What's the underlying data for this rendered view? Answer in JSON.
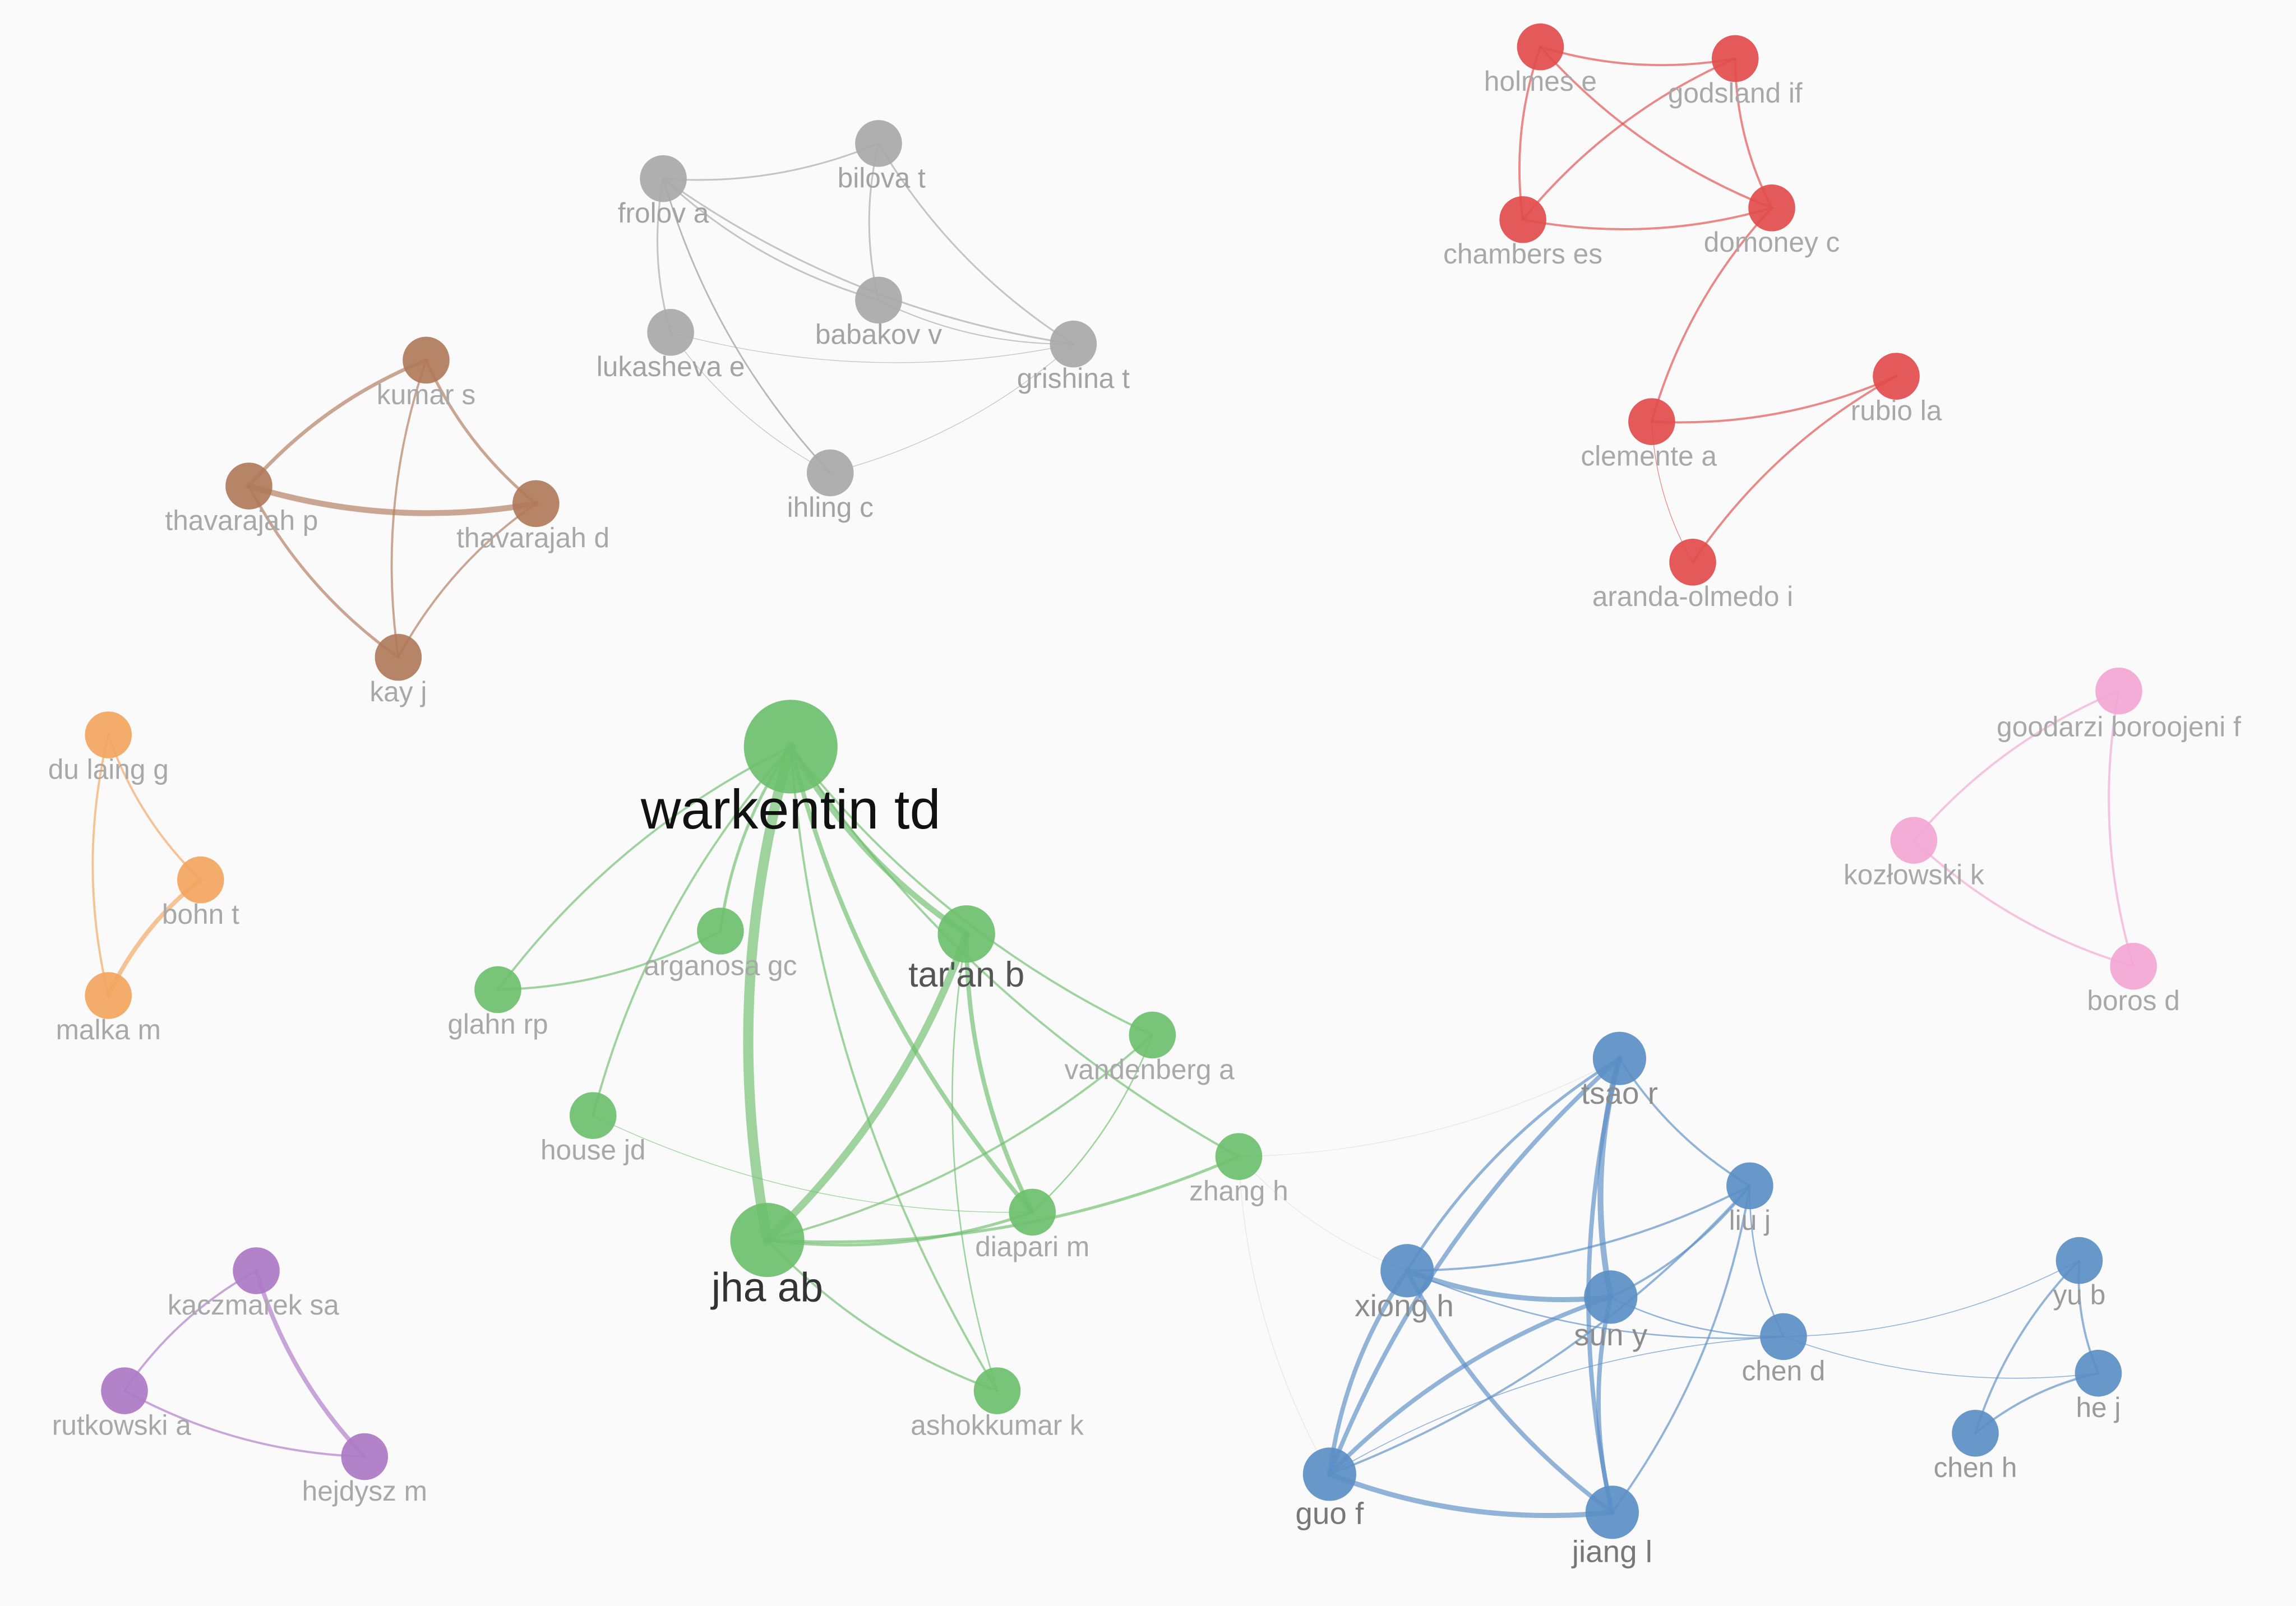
{
  "clusters": {
    "gray": {
      "color": "#a8a8a8",
      "label_color": "#a3a3a3"
    },
    "brown": {
      "color": "#b07a5a",
      "label_color": "#a8a8a8"
    },
    "red": {
      "color": "#e24b4b",
      "label_color": "#a8a8a8"
    },
    "orange": {
      "color": "#f2a55e",
      "label_color": "#a8a8a8"
    },
    "pink": {
      "color": "#f3a6d2",
      "label_color": "#a8a8a8"
    },
    "green": {
      "color": "#6dbf6d",
      "label_color": "#a8a8a8"
    },
    "blue": {
      "color": "#5b8ec6",
      "label_color": "#9a9a9a"
    },
    "purple": {
      "color": "#ad78c6",
      "label_color": "#a8a8a8"
    }
  },
  "nodes": [
    {
      "id": "frolov",
      "label": "frolov a",
      "cluster": "gray",
      "weight": 1
    },
    {
      "id": "bilova",
      "label": "bilova t",
      "cluster": "gray",
      "weight": 1
    },
    {
      "id": "lukasheva",
      "label": "lukasheva e",
      "cluster": "gray",
      "weight": 1
    },
    {
      "id": "babakov",
      "label": "babakov v",
      "cluster": "gray",
      "weight": 1
    },
    {
      "id": "grishina",
      "label": "grishina t",
      "cluster": "gray",
      "weight": 1
    },
    {
      "id": "ihling",
      "label": "ihling c",
      "cluster": "gray",
      "weight": 1
    },
    {
      "id": "kumar",
      "label": "kumar s",
      "cluster": "brown",
      "weight": 1
    },
    {
      "id": "thavp",
      "label": "thavarajah p",
      "cluster": "brown",
      "weight": 1
    },
    {
      "id": "thavd",
      "label": "thavarajah d",
      "cluster": "brown",
      "weight": 1
    },
    {
      "id": "kay",
      "label": "kay j",
      "cluster": "brown",
      "weight": 1
    },
    {
      "id": "holmes",
      "label": "holmes e",
      "cluster": "red",
      "weight": 1
    },
    {
      "id": "godsland",
      "label": "godsland if",
      "cluster": "red",
      "weight": 1
    },
    {
      "id": "chambers",
      "label": "chambers es",
      "cluster": "red",
      "weight": 1
    },
    {
      "id": "domoney",
      "label": "domoney c",
      "cluster": "red",
      "weight": 1
    },
    {
      "id": "clemente",
      "label": "clemente a",
      "cluster": "red",
      "weight": 1
    },
    {
      "id": "rubio",
      "label": "rubio la",
      "cluster": "red",
      "weight": 1
    },
    {
      "id": "aranda",
      "label": "aranda-olmedo i",
      "cluster": "red",
      "weight": 1
    },
    {
      "id": "dulaing",
      "label": "du laing g",
      "cluster": "orange",
      "weight": 1
    },
    {
      "id": "bohn",
      "label": "bohn t",
      "cluster": "orange",
      "weight": 1
    },
    {
      "id": "malka",
      "label": "malka m",
      "cluster": "orange",
      "weight": 1
    },
    {
      "id": "goodarzi",
      "label": "goodarzi boroojeni f",
      "cluster": "pink",
      "weight": 1
    },
    {
      "id": "kozlowski",
      "label": "kozłowski k",
      "cluster": "pink",
      "weight": 1
    },
    {
      "id": "boros",
      "label": "boros d",
      "cluster": "pink",
      "weight": 1
    },
    {
      "id": "warkentin",
      "label": "warkentin td",
      "cluster": "green",
      "weight": 4
    },
    {
      "id": "arganosa",
      "label": "arganosa gc",
      "cluster": "green",
      "weight": 1
    },
    {
      "id": "taran",
      "label": "tar'an b",
      "cluster": "green",
      "weight": 1.5
    },
    {
      "id": "glahn",
      "label": "glahn rp",
      "cluster": "green",
      "weight": 1
    },
    {
      "id": "vandenberg",
      "label": "vandenberg a",
      "cluster": "green",
      "weight": 1
    },
    {
      "id": "house",
      "label": "house jd",
      "cluster": "green",
      "weight": 1
    },
    {
      "id": "zhang",
      "label": "zhang h",
      "cluster": "green",
      "weight": 1
    },
    {
      "id": "diapari",
      "label": "diapari m",
      "cluster": "green",
      "weight": 1
    },
    {
      "id": "jha",
      "label": "jha ab",
      "cluster": "green",
      "weight": 2.5
    },
    {
      "id": "ashokkumar",
      "label": "ashokkumar k",
      "cluster": "green",
      "weight": 1
    },
    {
      "id": "tsao",
      "label": "tsao r",
      "cluster": "blue",
      "weight": 1.3
    },
    {
      "id": "liu",
      "label": "liu j",
      "cluster": "blue",
      "weight": 1
    },
    {
      "id": "xiong",
      "label": "xiong h",
      "cluster": "blue",
      "weight": 1.3
    },
    {
      "id": "sun",
      "label": "sun y",
      "cluster": "blue",
      "weight": 1.3
    },
    {
      "id": "chend",
      "label": "chen d",
      "cluster": "blue",
      "weight": 1
    },
    {
      "id": "guo",
      "label": "guo f",
      "cluster": "blue",
      "weight": 1.3
    },
    {
      "id": "jiang",
      "label": "jiang l",
      "cluster": "blue",
      "weight": 1.3
    },
    {
      "id": "yub",
      "label": "yu b",
      "cluster": "blue",
      "weight": 1
    },
    {
      "id": "hej",
      "label": "he j",
      "cluster": "blue",
      "weight": 1
    },
    {
      "id": "chenh",
      "label": "chen h",
      "cluster": "blue",
      "weight": 1
    },
    {
      "id": "kaczmarek",
      "label": "kaczmarek sa",
      "cluster": "purple",
      "weight": 1
    },
    {
      "id": "rutkowski",
      "label": "rutkowski a",
      "cluster": "purple",
      "weight": 1
    },
    {
      "id": "hejdysz",
      "label": "hejdysz m",
      "cluster": "purple",
      "weight": 1
    }
  ],
  "links": [
    {
      "source": "frolov",
      "target": "bilova",
      "strength": 1.2
    },
    {
      "source": "frolov",
      "target": "lukasheva",
      "strength": 1.2
    },
    {
      "source": "frolov",
      "target": "babakov",
      "strength": 1.2
    },
    {
      "source": "frolov",
      "target": "grishina",
      "strength": 1.2
    },
    {
      "source": "frolov",
      "target": "ihling",
      "strength": 1.2
    },
    {
      "source": "bilova",
      "target": "babakov",
      "strength": 1.2
    },
    {
      "source": "bilova",
      "target": "grishina",
      "strength": 1.2
    },
    {
      "source": "babakov",
      "target": "grishina",
      "strength": 0.8
    },
    {
      "source": "lukasheva",
      "target": "grishina",
      "strength": 0.5
    },
    {
      "source": "lukasheva",
      "target": "ihling",
      "strength": 0.5
    },
    {
      "source": "ihling",
      "target": "grishina",
      "strength": 0.5
    },
    {
      "source": "frolov",
      "target": "ihling",
      "strength": 0.5
    },
    {
      "source": "kumar",
      "target": "thavp",
      "strength": 2.5
    },
    {
      "source": "kumar",
      "target": "thavd",
      "strength": 2
    },
    {
      "source": "kumar",
      "target": "kay",
      "strength": 1.5
    },
    {
      "source": "thavp",
      "target": "thavd",
      "strength": 4
    },
    {
      "source": "thavp",
      "target": "kay",
      "strength": 2
    },
    {
      "source": "thavd",
      "target": "kay",
      "strength": 1.5
    },
    {
      "source": "holmes",
      "target": "godsland",
      "strength": 1.5
    },
    {
      "source": "holmes",
      "target": "chambers",
      "strength": 1.5
    },
    {
      "source": "holmes",
      "target": "domoney",
      "strength": 1.5
    },
    {
      "source": "godsland",
      "target": "chambers",
      "strength": 1.5
    },
    {
      "source": "godsland",
      "target": "domoney",
      "strength": 1.5
    },
    {
      "source": "chambers",
      "target": "domoney",
      "strength": 1.5
    },
    {
      "source": "domoney",
      "target": "clemente",
      "strength": 1.5
    },
    {
      "source": "clemente",
      "target": "rubio",
      "strength": 1.5
    },
    {
      "source": "rubio",
      "target": "aranda",
      "strength": 1.5
    },
    {
      "source": "clemente",
      "target": "aranda",
      "strength": 0.5
    },
    {
      "source": "dulaing",
      "target": "bohn",
      "strength": 1.5
    },
    {
      "source": "dulaing",
      "target": "malka",
      "strength": 1.5
    },
    {
      "source": "bohn",
      "target": "malka",
      "strength": 3
    },
    {
      "source": "goodarzi",
      "target": "kozlowski",
      "strength": 1.5
    },
    {
      "source": "goodarzi",
      "target": "boros",
      "strength": 1.5
    },
    {
      "source": "kozlowski",
      "target": "boros",
      "strength": 1.5
    },
    {
      "source": "warkentin",
      "target": "jha",
      "strength": 7
    },
    {
      "source": "warkentin",
      "target": "taran",
      "strength": 4
    },
    {
      "source": "warkentin",
      "target": "diapari",
      "strength": 3
    },
    {
      "source": "warkentin",
      "target": "arganosa",
      "strength": 2
    },
    {
      "source": "warkentin",
      "target": "glahn",
      "strength": 1.5
    },
    {
      "source": "warkentin",
      "target": "house",
      "strength": 1.5
    },
    {
      "source": "warkentin",
      "target": "vandenberg",
      "strength": 1.5
    },
    {
      "source": "warkentin",
      "target": "zhang",
      "strength": 1.5
    },
    {
      "source": "warkentin",
      "target": "ashokkumar",
      "strength": 1.5
    },
    {
      "source": "jha",
      "target": "taran",
      "strength": 5
    },
    {
      "source": "jha",
      "target": "diapari",
      "strength": 2
    },
    {
      "source": "jha",
      "target": "zhang",
      "strength": 2
    },
    {
      "source": "jha",
      "target": "vandenberg",
      "strength": 1.5
    },
    {
      "source": "jha",
      "target": "ashokkumar",
      "strength": 1.5
    },
    {
      "source": "glahn",
      "target": "arganosa",
      "strength": 1.5
    },
    {
      "source": "taran",
      "target": "diapari",
      "strength": 3
    },
    {
      "source": "taran",
      "target": "ashokkumar",
      "strength": 1
    },
    {
      "source": "diapari",
      "target": "vandenberg",
      "strength": 1
    },
    {
      "source": "house",
      "target": "diapari",
      "strength": 0.5
    },
    {
      "source": "zhang",
      "target": "tsao",
      "strength": 0.5
    },
    {
      "source": "zhang",
      "target": "guo",
      "strength": 0.5
    },
    {
      "source": "zhang",
      "target": "xiong",
      "strength": 0.5
    },
    {
      "source": "tsao",
      "target": "sun",
      "strength": 4
    },
    {
      "source": "tsao",
      "target": "jiang",
      "strength": 3
    },
    {
      "source": "tsao",
      "target": "guo",
      "strength": 3
    },
    {
      "source": "tsao",
      "target": "xiong",
      "strength": 2
    },
    {
      "source": "tsao",
      "target": "liu",
      "strength": 1.5
    },
    {
      "source": "xiong",
      "target": "sun",
      "strength": 3.5
    },
    {
      "source": "xiong",
      "target": "guo",
      "strength": 3
    },
    {
      "source": "xiong",
      "target": "jiang",
      "strength": 3
    },
    {
      "source": "xiong",
      "target": "liu",
      "strength": 1.5
    },
    {
      "source": "sun",
      "target": "guo",
      "strength": 3
    },
    {
      "source": "sun",
      "target": "jiang",
      "strength": 3
    },
    {
      "source": "sun",
      "target": "liu",
      "strength": 1.5
    },
    {
      "source": "guo",
      "target": "jiang",
      "strength": 3.5
    },
    {
      "source": "guo",
      "target": "liu",
      "strength": 1.5
    },
    {
      "source": "jiang",
      "target": "liu",
      "strength": 1.5
    },
    {
      "source": "liu",
      "target": "chend",
      "strength": 1
    },
    {
      "source": "sun",
      "target": "chend",
      "strength": 1
    },
    {
      "source": "xiong",
      "target": "chend",
      "strength": 1
    },
    {
      "source": "chend",
      "target": "yub",
      "strength": 0.6
    },
    {
      "source": "chend",
      "target": "hej",
      "strength": 0.6
    },
    {
      "source": "chend",
      "target": "guo",
      "strength": 0.6
    },
    {
      "source": "yub",
      "target": "hej",
      "strength": 1.5
    },
    {
      "source": "yub",
      "target": "chenh",
      "strength": 1.5
    },
    {
      "source": "hej",
      "target": "chenh",
      "strength": 1.5
    },
    {
      "source": "kaczmarek",
      "target": "rutkowski",
      "strength": 1.5
    },
    {
      "source": "kaczmarek",
      "target": "hejdysz",
      "strength": 3
    },
    {
      "source": "rutkowski",
      "target": "hejdysz",
      "strength": 1.5
    }
  ]
}
